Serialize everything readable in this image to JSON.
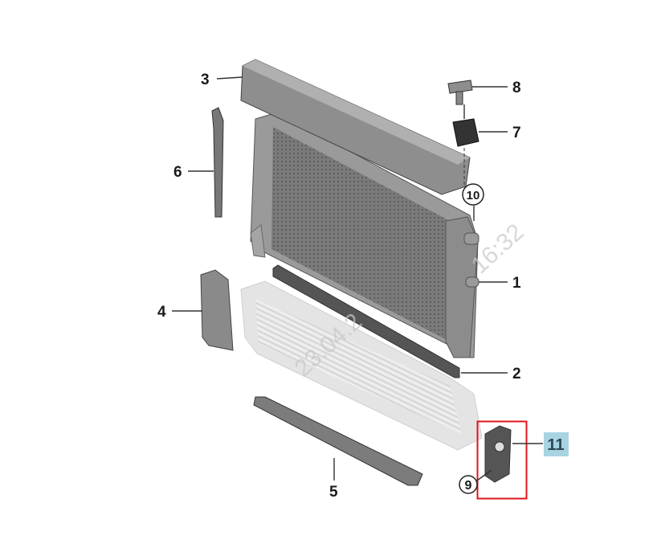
{
  "diagram": {
    "callouts": [
      {
        "id": "1",
        "label": "1"
      },
      {
        "id": "2",
        "label": "2"
      },
      {
        "id": "3",
        "label": "3"
      },
      {
        "id": "4",
        "label": "4"
      },
      {
        "id": "5",
        "label": "5"
      },
      {
        "id": "6",
        "label": "6"
      },
      {
        "id": "7",
        "label": "7"
      },
      {
        "id": "8",
        "label": "8"
      },
      {
        "id": "9",
        "label": "9"
      },
      {
        "id": "10",
        "label": "10"
      },
      {
        "id": "11",
        "label": "11"
      }
    ],
    "highlighted_callout": "11",
    "highlight_color": "#a8d4e2",
    "selection_box_color": "#e0141e",
    "watermark": [
      "23.04.2",
      "16:32"
    ]
  }
}
